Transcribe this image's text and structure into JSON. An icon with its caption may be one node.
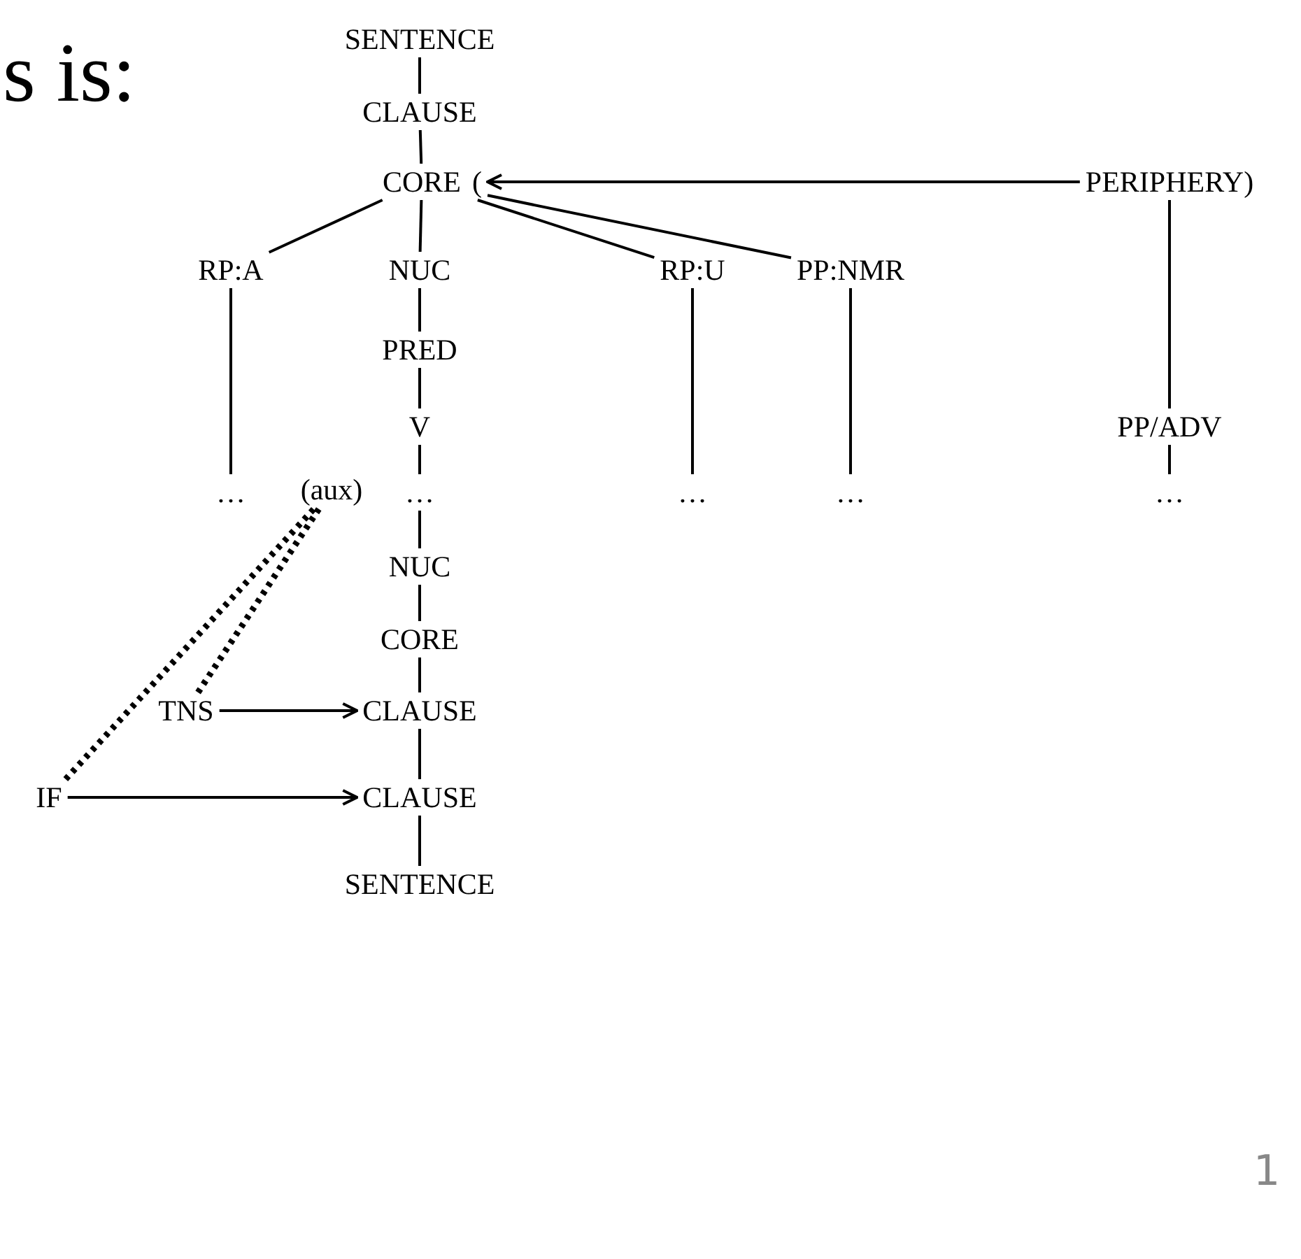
{
  "diagram": {
    "nodes": [
      {
        "text": [
          "SENTENCE"
        ]
      },
      {
        "text": [
          "CLAUSE"
        ]
      },
      {
        "text": [
          "CORE",
          "("
        ]
      },
      {
        "text": [
          "PERIPHERY)"
        ]
      },
      {
        "text": [
          "RP:A"
        ]
      },
      {
        "text": [
          "NUC"
        ]
      },
      {
        "text": [
          "RP:U"
        ]
      },
      {
        "text": [
          "PP:NMR"
        ]
      },
      {
        "text": [
          "PRED"
        ]
      },
      {
        "text": [
          "PP/ADV"
        ]
      },
      {
        "text": [
          "V"
        ]
      },
      {
        "text": [
          "…"
        ]
      },
      {
        "text": [
          "(aux)"
        ]
      },
      {
        "text": [
          "…"
        ]
      },
      {
        "text": [
          "…"
        ]
      },
      {
        "text": [
          "…"
        ]
      },
      {
        "text": [
          "…"
        ]
      },
      {
        "text": [
          "NUC"
        ]
      },
      {
        "text": [
          "CORE"
        ]
      },
      {
        "text": [
          "TNS"
        ]
      },
      {
        "text": [
          "CLAUSE"
        ]
      },
      {
        "text": [
          "IF"
        ]
      },
      {
        "text": [
          "CLAUSE"
        ]
      },
      {
        "text": [
          "SENTENCE"
        ]
      }
    ],
    "edges": [
      {
        "from": 0,
        "to": 1,
        "arrow": "none"
      },
      {
        "from": 1,
        "to": 2,
        "arrow": "none"
      },
      {
        "from": 3,
        "to": 2,
        "arrow": "to"
      },
      {
        "from": 2,
        "to": 4,
        "arrow": "none"
      },
      {
        "from": 2,
        "to": 5,
        "arrow": "none"
      },
      {
        "from": 2,
        "to": 6,
        "arrow": "none"
      },
      {
        "from": 2,
        "to": 7,
        "arrow": "none"
      },
      {
        "from": 3,
        "to": 9,
        "arrow": "none"
      },
      {
        "from": 5,
        "to": 8,
        "arrow": "none"
      },
      {
        "from": 8,
        "to": 10,
        "arrow": "none"
      },
      {
        "from": 4,
        "to": 11,
        "arrow": "none"
      },
      {
        "from": 10,
        "to": 13,
        "arrow": "none"
      },
      {
        "from": 6,
        "to": 14,
        "arrow": "none"
      },
      {
        "from": 7,
        "to": 15,
        "arrow": "none"
      },
      {
        "from": 9,
        "to": 16,
        "arrow": "none"
      },
      {
        "from": 13,
        "to": 17,
        "arrow": "none"
      },
      {
        "from": 17,
        "to": 18,
        "arrow": "none"
      },
      {
        "from": 18,
        "to": 20,
        "arrow": "none"
      },
      {
        "from": 19,
        "to": 20,
        "arrow": "to"
      },
      {
        "from": 20,
        "to": 22,
        "arrow": "none"
      },
      {
        "from": 21,
        "to": 22,
        "arrow": "to"
      },
      {
        "from": 22,
        "to": 23,
        "arrow": "none"
      },
      {
        "from": 19,
        "to": 12,
        "arrow": "none",
        "style": "dashed"
      },
      {
        "from": 21,
        "to": 12,
        "arrow": "none",
        "style": "dashed"
      }
    ],
    "labels": [
      "s is:",
      "1"
    ]
  }
}
